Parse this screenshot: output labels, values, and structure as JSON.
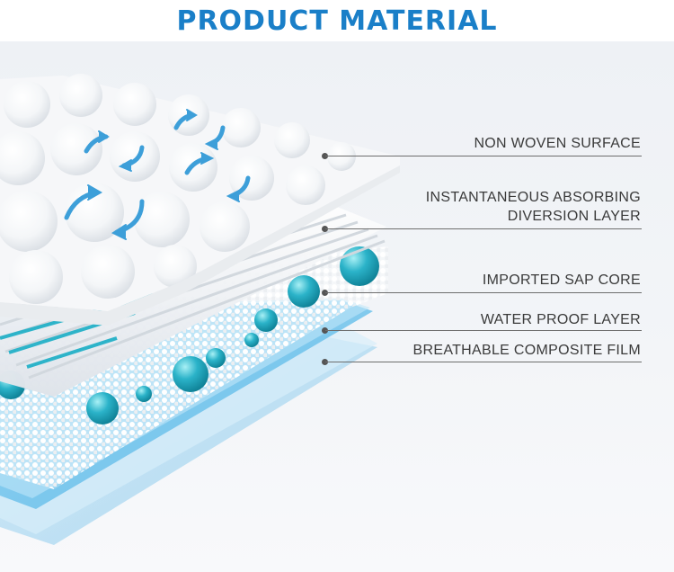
{
  "title": "PRODUCT MATERIAL",
  "layers": [
    {
      "label": "NON WOVEN SURFACE"
    },
    {
      "label_line1": "INSTANTANEOUS ABSORBING",
      "label_line2": "DIVERSION LAYER"
    },
    {
      "label": "IMPORTED SAP CORE"
    },
    {
      "label": "WATER PROOF LAYER"
    },
    {
      "label": "BREATHABLE COMPOSITE FILM"
    }
  ],
  "colors": {
    "title": "#1a7fc8",
    "water_blue": "#2bb3c9",
    "film_blue": "#a9d8f0",
    "arrow_blue": "#3d9fd9"
  },
  "icons": [
    "circular-flow-arrow-icon"
  ]
}
